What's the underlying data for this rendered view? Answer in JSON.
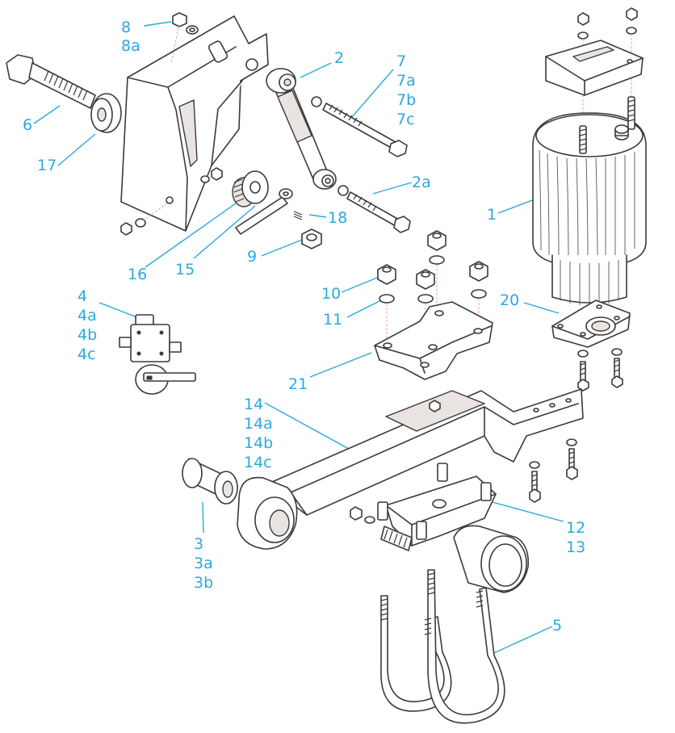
{
  "colors": {
    "label": "#2aa9df",
    "line": "#3a3a3a",
    "guide": "#e8a0b0"
  },
  "labels": [
    {
      "id": "l8",
      "lines": [
        "8",
        "8a"
      ]
    },
    {
      "id": "l2",
      "lines": [
        "2"
      ]
    },
    {
      "id": "l7",
      "lines": [
        "7",
        "7a",
        "7b",
        "7c"
      ]
    },
    {
      "id": "l6",
      "lines": [
        "6"
      ]
    },
    {
      "id": "l17",
      "lines": [
        "17"
      ]
    },
    {
      "id": "l2a",
      "lines": [
        "2a"
      ]
    },
    {
      "id": "l1",
      "lines": [
        "1"
      ]
    },
    {
      "id": "l18",
      "lines": [
        "18"
      ]
    },
    {
      "id": "l9",
      "lines": [
        "9"
      ]
    },
    {
      "id": "l16",
      "lines": [
        "16"
      ]
    },
    {
      "id": "l15",
      "lines": [
        "15"
      ]
    },
    {
      "id": "l4",
      "lines": [
        "4",
        "4a",
        "4b",
        "4c"
      ]
    },
    {
      "id": "l10",
      "lines": [
        "10"
      ]
    },
    {
      "id": "l20",
      "lines": [
        "20"
      ]
    },
    {
      "id": "l11",
      "lines": [
        "11"
      ]
    },
    {
      "id": "l21",
      "lines": [
        "21"
      ]
    },
    {
      "id": "l14",
      "lines": [
        "14",
        "14a",
        "14b",
        "14c"
      ]
    },
    {
      "id": "l12",
      "lines": [
        "12",
        "13"
      ]
    },
    {
      "id": "l3",
      "lines": [
        "3",
        "3a",
        "3b"
      ]
    },
    {
      "id": "l5",
      "lines": [
        "5"
      ]
    }
  ]
}
